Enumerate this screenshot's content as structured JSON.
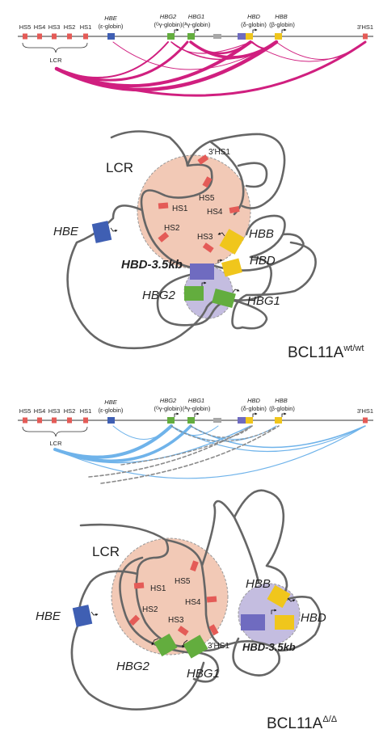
{
  "track": {
    "hs_labels": [
      "HS5",
      "HS4",
      "HS3",
      "HS2",
      "HS1"
    ],
    "hbe_gene": "HBE",
    "hbe_sub": "(ε-globin)",
    "hbg2_gene": "HBG2",
    "hbg2_sub": "(ᴳγ-globin)",
    "hbg1_gene": "HBG1",
    "hbg1_sub": "(ᴬγ-globin)",
    "hbd_gene": "HBD",
    "hbd_sub": "(δ-globin)",
    "hbb_gene": "HBB",
    "hbb_sub": "(β-globin)",
    "hs1_3prime": "3'HS1",
    "lcr": "LCR"
  },
  "colors": {
    "hs_site": "#e45b57",
    "hbe": "#3f5fb3",
    "hbg": "#63ad3e",
    "hbd": "#6f6bc0",
    "hbb": "#f0c61c",
    "pseudogene": "#a8a8a8",
    "wt_arc": "#d01f7f",
    "ko_arc": "#6fb3ea",
    "ko_dashed": "#8a8a8a",
    "lcr_hub": "#f2c9b6",
    "hbd_hub": "#c4bde0",
    "fiber": "#666666"
  },
  "wt": {
    "lcr": "LCR",
    "hbe": "HBE",
    "hbb": "HBB",
    "hbd": "HBD",
    "hbd35": "HBD-3.5kb",
    "hbg2": "HBG2",
    "hbg1": "HBG1",
    "hs1": "HS1",
    "hs2": "HS2",
    "hs3": "HS3",
    "hs4": "HS4",
    "hs5": "HS5",
    "hs1_3prime": "3'HS1",
    "condition_base": "BCL11A",
    "condition_sup": "wt/wt"
  },
  "ko": {
    "lcr": "LCR",
    "hbe": "HBE",
    "hbb": "HBB",
    "hbd": "HBD",
    "hbd35": "HBD-3.5kb",
    "hbg2": "HBG2",
    "hbg1": "HBG1",
    "hs1": "HS1",
    "hs2": "HS2",
    "hs3": "HS3",
    "hs4": "HS4",
    "hs5": "HS5",
    "hs1_3prime": "3'HS1",
    "condition_base": "BCL11A",
    "condition_sup": "Δ/Δ"
  }
}
